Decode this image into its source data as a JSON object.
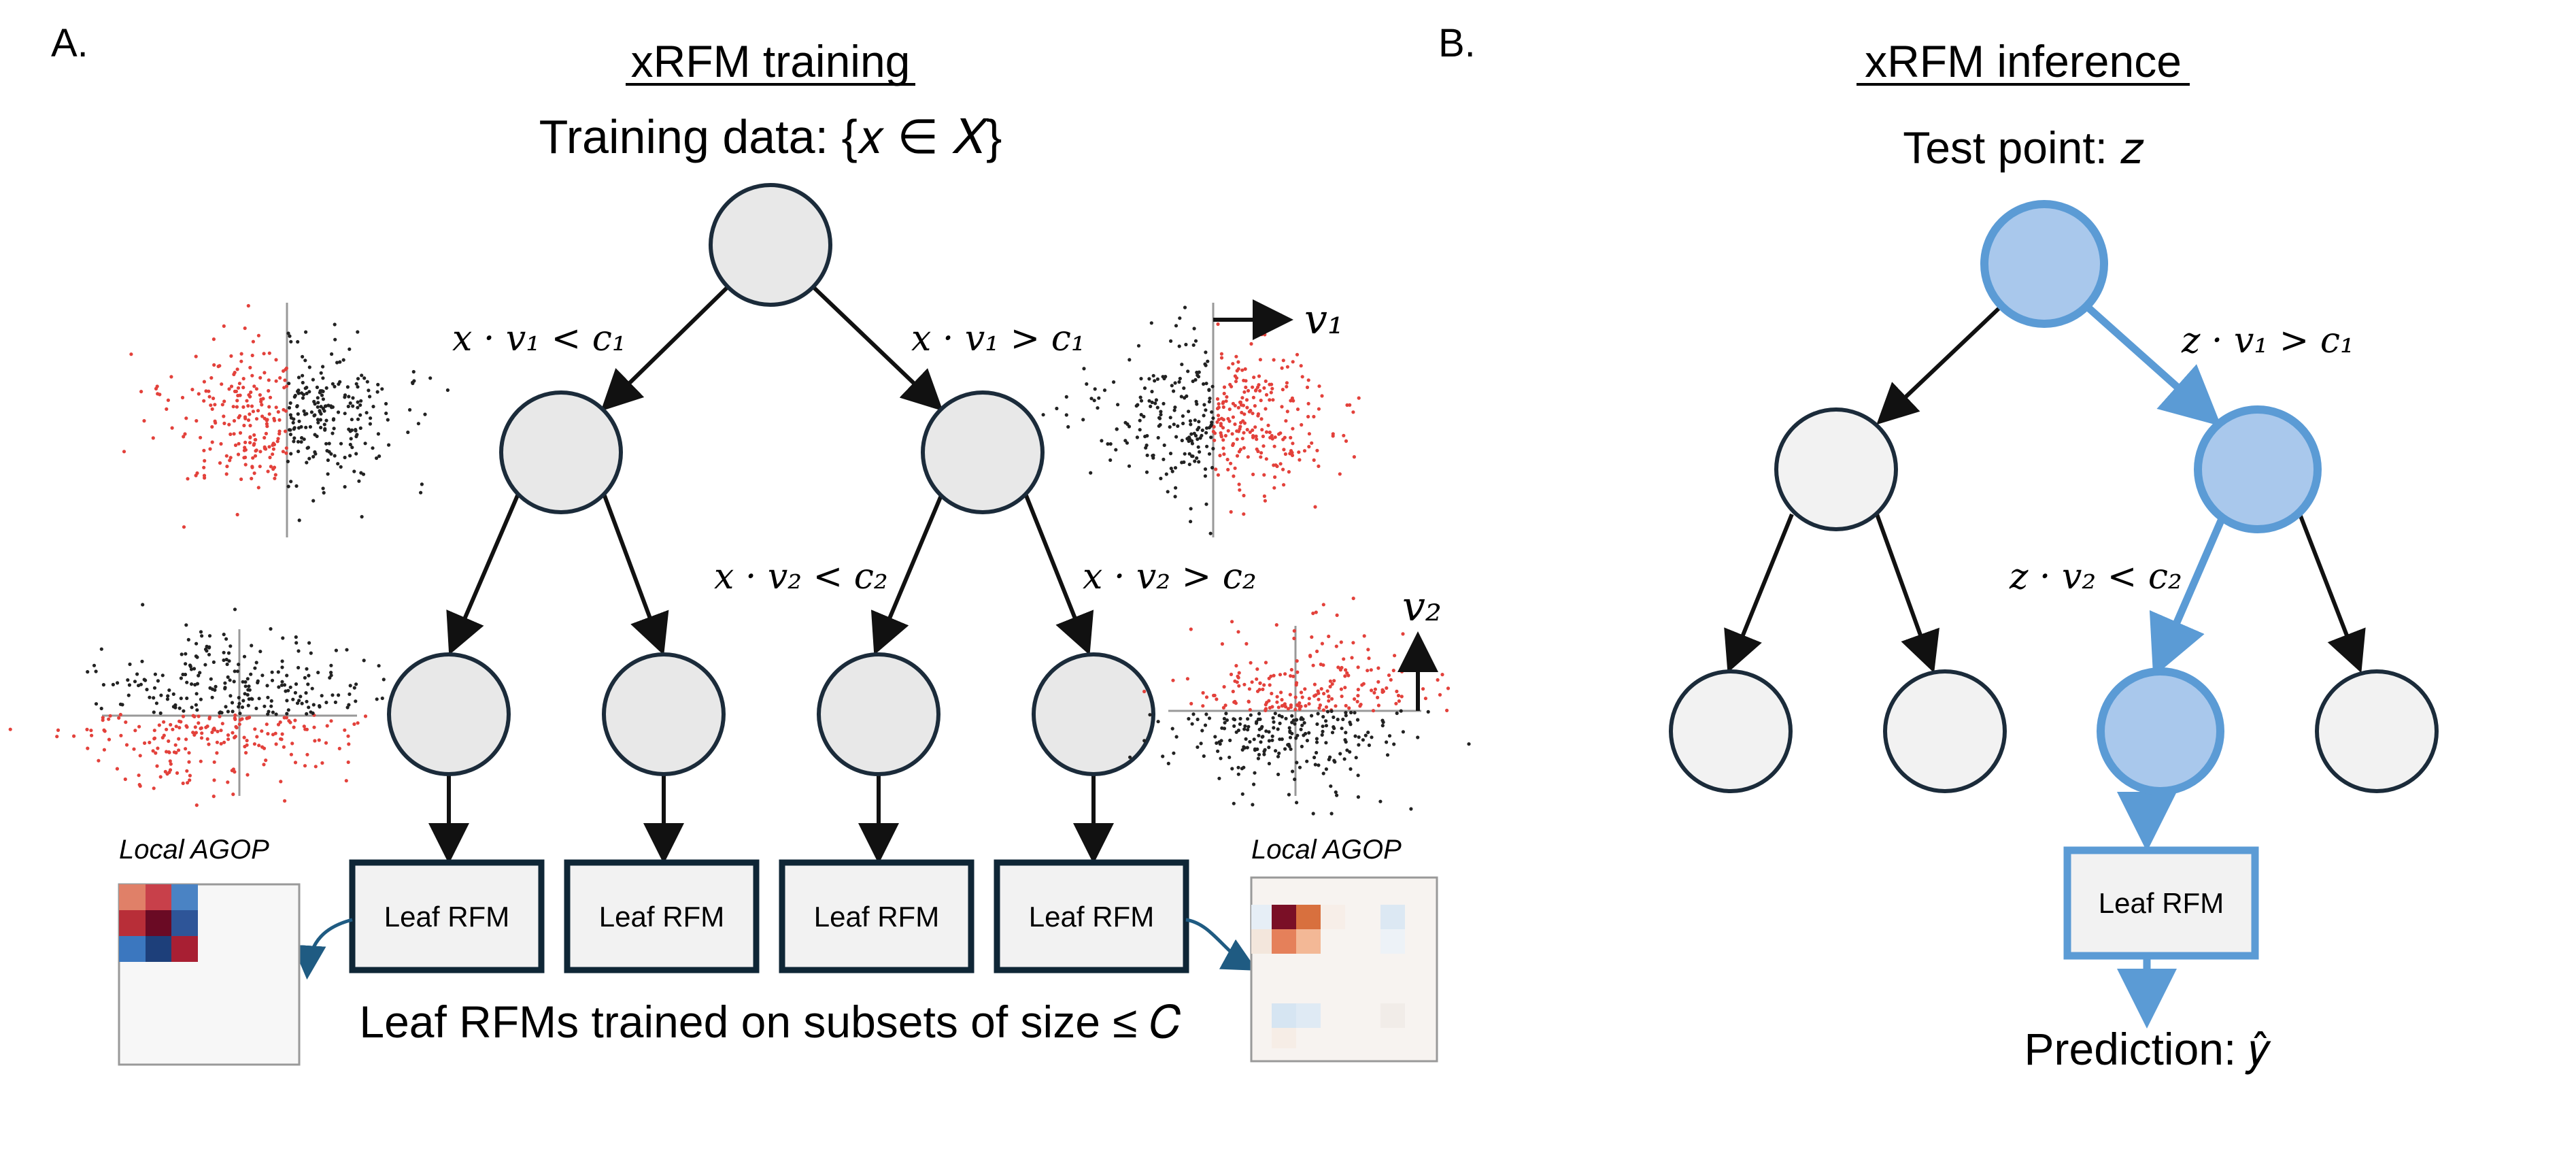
{
  "panel_a": {
    "letter": "A.",
    "title": "xRFM training",
    "subtitle": "Training data: {𝑥 ∈ 𝑋}",
    "splits": {
      "root_left": "𝑥 · 𝑣₁ < 𝑐₁",
      "root_right": "𝑥 · 𝑣₁ > 𝑐₁",
      "right_left": "𝑥 · 𝑣₂ < 𝑐₂",
      "right_right": "𝑥 · 𝑣₂ > 𝑐₂"
    },
    "direction_labels": {
      "v1": "𝑣₁",
      "v2": "𝑣₂"
    },
    "leaf_label": "Leaf RFM",
    "agop_label": "Local AGOP",
    "footer": "Leaf RFMs trained on subsets of size ≤ 𝐶"
  },
  "panel_b": {
    "letter": "B.",
    "title": "xRFM inference",
    "subtitle": "Test point: 𝑧",
    "splits": {
      "root_right": "𝑧 · 𝑣₁ > 𝑐₁",
      "right_left": "𝑧 · 𝑣₂ < 𝑐₂"
    },
    "leaf_label": "Leaf RFM",
    "footer": "Prediction: 𝑦̂"
  },
  "colors": {
    "node_fill": "#e8e8e8",
    "node_stroke": "#1b2b3a",
    "leaf_box_stroke": "#0f2636",
    "highlight_fill": "#a9c8ec",
    "highlight_stroke": "#5b9bd5",
    "point_red": "#e3413b",
    "point_black": "#222222",
    "curve_arrow": "#1f5b82"
  }
}
